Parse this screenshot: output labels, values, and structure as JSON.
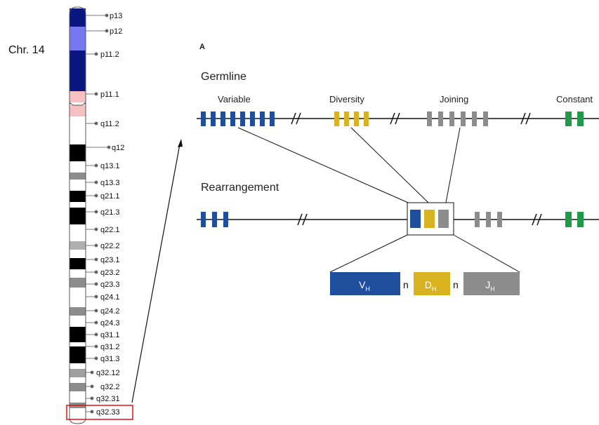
{
  "chromosome": {
    "label": "Chr. 14",
    "bands": [
      "p13",
      "p12",
      "p11.2",
      "p11.1",
      "q11.2",
      "q12",
      "q13.1",
      "q13.3",
      "q21.1",
      "q21.3",
      "q22.1",
      "q22.2",
      "q23.1",
      "q23.2",
      "q23.3",
      "q24.1",
      "q24.2",
      "q24.3",
      "q31.1",
      "q31.2",
      "q31.3",
      "q32.12",
      "q32.2",
      "q32.31",
      "q32.33"
    ],
    "highlighted_band": "q32.33",
    "highlight_color": "#e01010"
  },
  "panel": {
    "letter": "A",
    "germline_title": "Germline",
    "rearrangement_title": "Rearrangement",
    "segments": {
      "variable": "Variable",
      "diversity": "Diversity",
      "joining": "Joining",
      "constant": "Constant"
    },
    "product": {
      "v_main": "V",
      "v_sub": "H",
      "n1": "n",
      "d_main": "D",
      "d_sub": "H",
      "n2": "n",
      "j_main": "J",
      "j_sub": "H"
    }
  },
  "colors": {
    "variable": "#1f4e9c",
    "diversity": "#d9b21f",
    "joining": "#8c8c8c",
    "constant": "#1f9a48",
    "band_dark_blue": "#0b1780",
    "band_light_blue": "#7777f0",
    "band_pink": "#f7c0c0"
  }
}
